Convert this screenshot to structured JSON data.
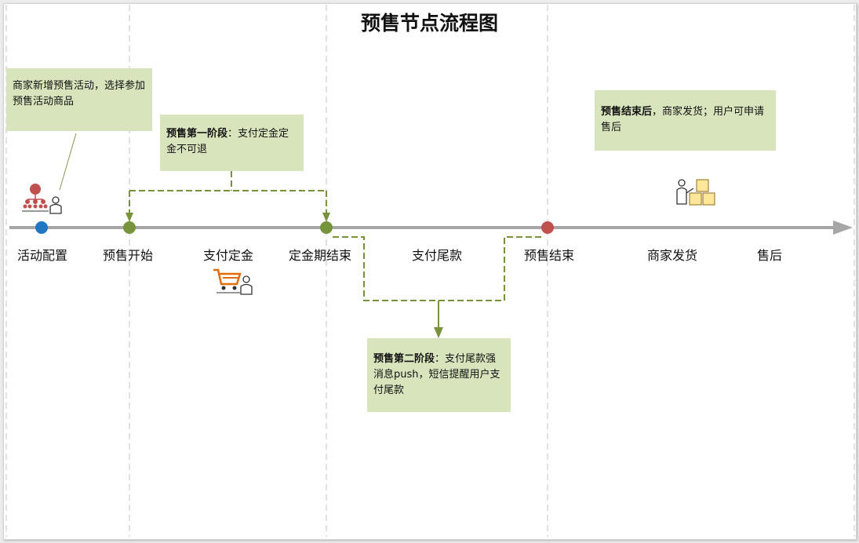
{
  "title": "预售节点流程图",
  "stages": [
    {
      "id": "activity-config",
      "label": "活动配置",
      "color": "#1f77c4"
    },
    {
      "id": "presale-start",
      "label": "预售开始",
      "color": "#77933c"
    },
    {
      "id": "pay-deposit",
      "label": "支付定金"
    },
    {
      "id": "deposit-end",
      "label": "定金期结束",
      "color": "#77933c"
    },
    {
      "id": "pay-balance",
      "label": "支付尾款"
    },
    {
      "id": "presale-end",
      "label": "预售结束",
      "color": "#c0504d"
    },
    {
      "id": "merchant-ship",
      "label": "商家发货"
    },
    {
      "id": "after-sale",
      "label": "售后"
    }
  ],
  "notes": {
    "merchant": {
      "text": "商家新增预售活动，选择参加预售活动商品"
    },
    "phase1": {
      "bold": "预售第一阶段",
      "text": "：支付定金定金不可退"
    },
    "phase2": {
      "bold": "预售第二阶段",
      "text": "：支付尾款强消息push，短信提醒用户支付尾款"
    },
    "after": {
      "bold": "预售结束后",
      "text": "，商家发货；用户可申请售后"
    }
  },
  "icons": [
    "org-user-icon",
    "shopping-cart-user-icon",
    "user-boxes-icon"
  ],
  "colors": {
    "timeline": "#a6a6a6",
    "note_bg": "#d8e4bc",
    "connector": "#77933c",
    "divider": "#d9d9d9"
  }
}
